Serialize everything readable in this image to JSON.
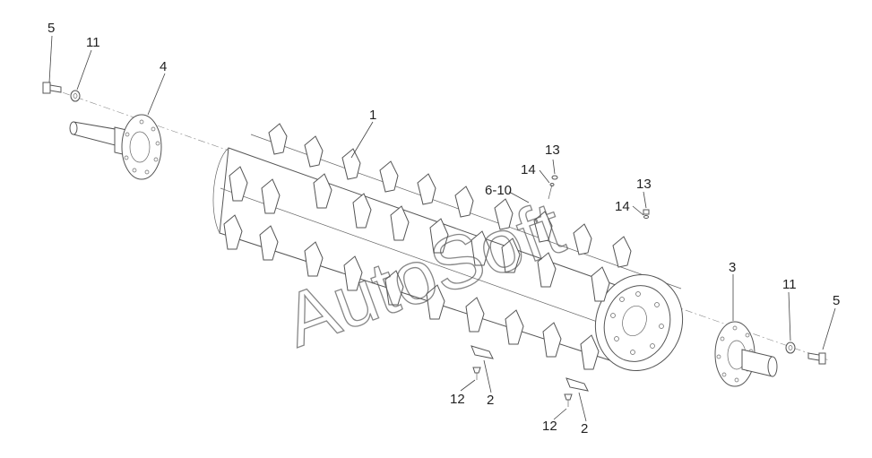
{
  "diagram": {
    "watermark": "AutoSoft",
    "part_numbers": {
      "roller": "1",
      "knife_left": "2",
      "knife_right": "2",
      "stub_shaft_right": "3",
      "stub_shaft_left": "4",
      "bolt_left": "5",
      "bolt_right": "5",
      "fastener_group": "6-10",
      "washer_left": "11",
      "washer_right": "11",
      "screw_left": "12",
      "screw_right": "12",
      "nut_top_left": "13",
      "nut_top_right": "13",
      "washer_top_left": "14",
      "washer_top_right": "14"
    }
  }
}
